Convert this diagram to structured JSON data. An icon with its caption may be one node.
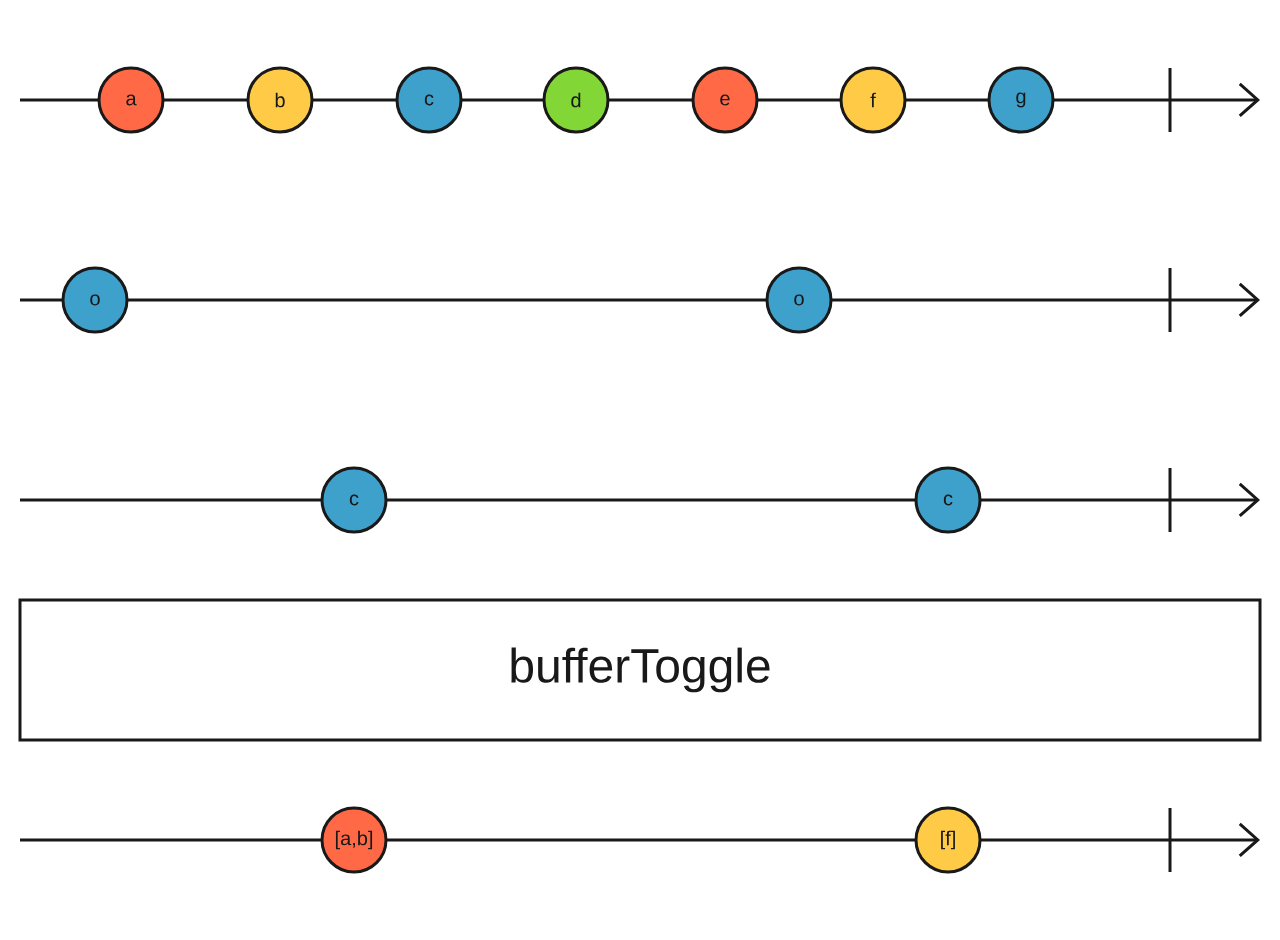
{
  "diagram": {
    "nodes": [
      {
        "text": [
          "a"
        ]
      },
      {
        "text": [
          "b"
        ]
      },
      {
        "text": [
          "c"
        ]
      },
      {
        "text": [
          "d"
        ]
      },
      {
        "text": [
          "e"
        ]
      },
      {
        "text": [
          "f"
        ]
      },
      {
        "text": [
          "g"
        ]
      },
      {
        "text": [
          "o"
        ]
      },
      {
        "text": [
          "o"
        ]
      },
      {
        "text": [
          "c"
        ]
      },
      {
        "text": [
          "c"
        ]
      },
      {
        "text": [
          "bufferToggle"
        ]
      },
      {
        "text": [
          "[a,b]"
        ]
      },
      {
        "text": [
          "[f]"
        ]
      }
    ]
  }
}
